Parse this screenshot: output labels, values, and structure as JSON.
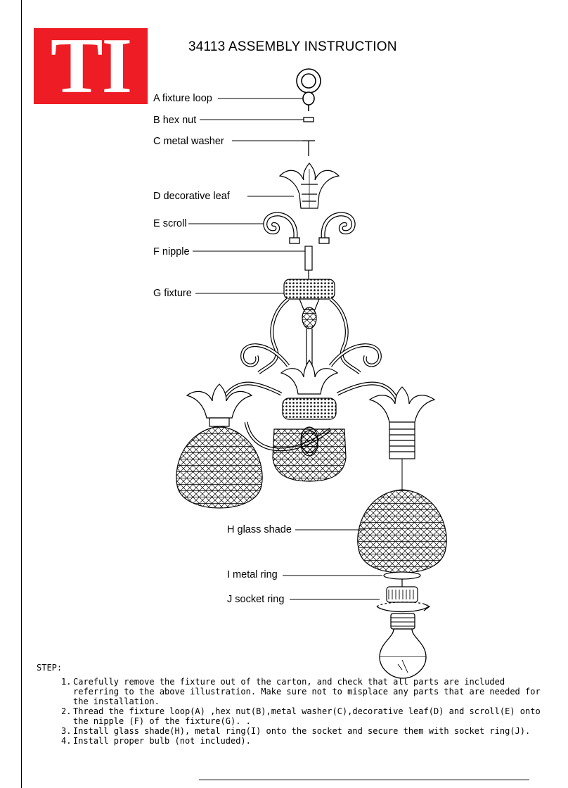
{
  "logo": {
    "text": "TI",
    "color": "#ee1c24"
  },
  "document": {
    "title": "34113 ASSEMBLY INSTRUCTION"
  },
  "parts": [
    {
      "label": "A fixture loop"
    },
    {
      "label": "B hex nut"
    },
    {
      "label": "C metal washer"
    },
    {
      "label": "D decorative leaf"
    },
    {
      "label": "E scroll"
    },
    {
      "label": "F nipple"
    },
    {
      "label": "G fixture"
    },
    {
      "label": "H glass shade"
    },
    {
      "label": "I metal ring"
    },
    {
      "label": "J socket ring"
    }
  ],
  "steps": {
    "heading": "STEP:",
    "items": [
      {
        "num": "1.",
        "text": "Carefully remove the fixture out of the carton, and check that all parts are included referring to the above illustration. Make sure not to misplace any parts that are needed for the installation."
      },
      {
        "num": "2.",
        "text": "Thread the fixture loop(A) ,hex nut(B),metal washer(C),decorative leaf(D) and scroll(E) onto the nipple (F) of the fixture(G). ."
      },
      {
        "num": "3.",
        "text": "Install glass shade(H), metal ring(I) onto the socket and secure them with socket ring(J)."
      },
      {
        "num": "4.",
        "text": "Install proper bulb (not included)."
      }
    ]
  }
}
